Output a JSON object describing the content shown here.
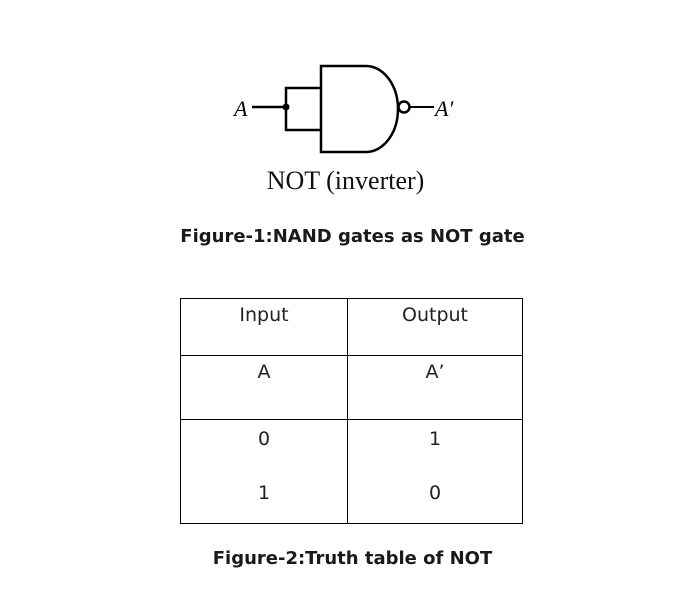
{
  "figure1": {
    "input_label": "A",
    "output_label": "A′",
    "gate_caption": "NOT (inverter)",
    "caption": "Figure-1:NAND gates as NOT gate"
  },
  "figure2": {
    "headers": [
      "Input",
      "Output"
    ],
    "variables": [
      "A",
      "A’"
    ],
    "rows": [
      [
        "0",
        "1"
      ],
      [
        "1",
        "0"
      ]
    ],
    "caption": "Figure-2:Truth table of NOT"
  }
}
